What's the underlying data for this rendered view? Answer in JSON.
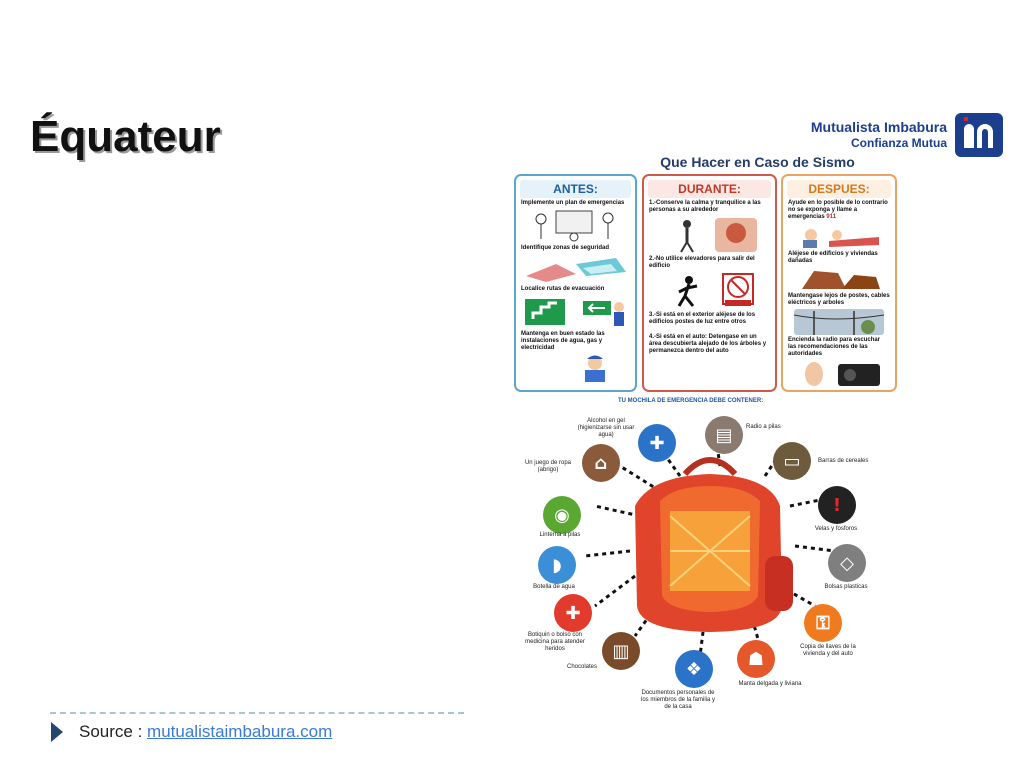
{
  "slide": {
    "title": "Équateur",
    "source_label": "Source :",
    "source_link": "mutualistaimbabura.com"
  },
  "logo": {
    "name": "Mutualista Imbabura",
    "tagline": "Confianza Mutua"
  },
  "infographic": {
    "title": "Que Hacer en Caso de Sismo",
    "columns": [
      {
        "header": "ANTES:",
        "steps": [
          "Implemente un plan de emergencias",
          "Identifique zonas de seguridad",
          "Localice rutas de evacuación",
          "Mantenga en buen estado las instalaciones de agua, gas y electricidad"
        ]
      },
      {
        "header": "DURANTE:",
        "steps": [
          "1.-Conserve la calma y tranquilice a las personas a su alrededor",
          "2.-No utilice elevadores para salir del edificio",
          "3.-Si está en el exterior aléjese de los edificios postes de luz entre otros",
          "4.-Si está en el auto: Detengase en un área descubierta alejado de los árboles y permanezca dentro del auto"
        ]
      },
      {
        "header": "DESPUES:",
        "steps": [
          "Ayude en lo posible de lo contrario no se exponga y llame a emergencias",
          "Aléjese de edificios y viviendas dañadas",
          "Mantengase lejos de postes, cables eléctricos y arboles",
          "Encienda la radio para escuchar las recomendaciones de las autoridades"
        ],
        "emergency_number": "911"
      }
    ],
    "backpack_title": "TU MOCHILA DE EMERGENCIA DEBE CONTENER:",
    "items": [
      "Alcohol en gel (higienizarse sin usar agua)",
      "Radio a pilas",
      "Barras de cereales",
      "Velas y fosforos",
      "Bolsas plasticas",
      "Copia de llaves de la vivienda y del auto",
      "Manta delgada y liviana",
      "Documentos personales de los miembros de la familia y de la casa",
      "Chocolates",
      "Botiquin o bolso con medicina para atender heridos",
      "Botella de agua",
      "Linterna a pilas",
      "Un juego de ropa (abrigo)"
    ]
  },
  "colors": {
    "title": "#111111",
    "link": "#3a7bd5",
    "brand_blue": "#1b3f8c",
    "antes": "#5ba6cf",
    "durante": "#cf5a4a",
    "despues": "#e8a460",
    "backpack": "#e0452c"
  }
}
